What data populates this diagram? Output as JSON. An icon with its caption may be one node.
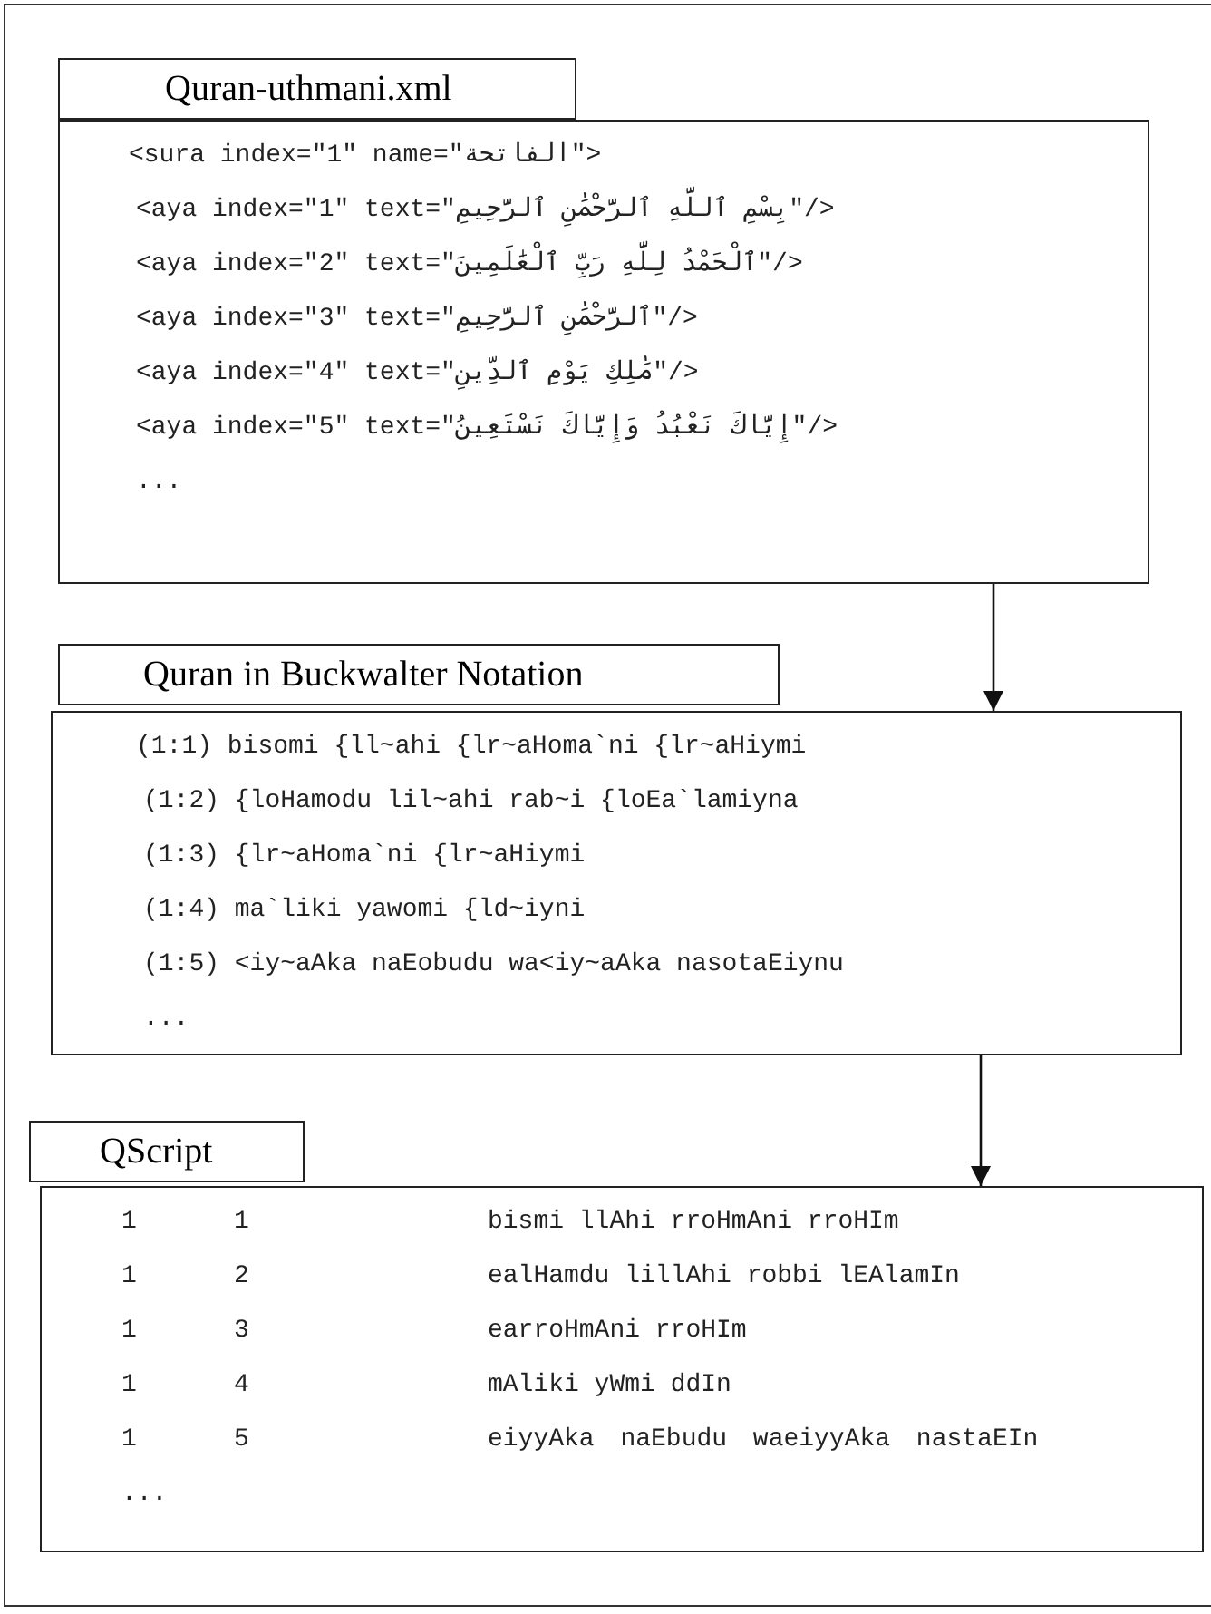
{
  "diagram": {
    "nodes": [
      {
        "text": [
          "Quran-uthmani.xml",
          "<sura index=\"1\" name=\"الفاتحة\">",
          "<aya index=\"1\" text=\"بِسْمِ ٱللَّهِ ٱلرَّحْمَٰنِ ٱلرَّحِيمِ\"/>",
          "<aya index=\"2\" text=\"ٱلْحَمْدُ لِلَّهِ رَبِّ ٱلْعَٰلَمِينَ\"/>",
          "<aya index=\"3\" text=\"ٱلرَّحْمَٰنِ ٱلرَّحِيمِ\"/>",
          "<aya index=\"4\" text=\"مَٰلِكِ يَوْمِ ٱلدِّينِ\"/>",
          "<aya index=\"5\" text=\"إِيَّاكَ نَعْبُدُ وَإِيَّاكَ نَسْتَعِينُ\"/>",
          "..."
        ]
      },
      {
        "text": [
          "Quran in Buckwalter Notation",
          "(1:1) bisomi {ll~ahi {lr~aHoma`ni {lr~aHiymi",
          "(1:2) {loHamodu lil~ahi rab~i {loEa`lamiyna",
          "(1:3) {lr~aHoma`ni {lr~aHiymi",
          "(1:4) ma`liki yawomi {ld~iyni",
          "(1:5) <iy~aAka naEobudu wa<iy~aAka nasotaEiynu",
          "..."
        ]
      },
      {
        "text": [
          "QScript",
          "1",
          "1",
          "bismi llAhi rroHmAni rroHIm",
          "1",
          "2",
          "ealHamdu lillAhi robbi lEAlamIn",
          "1",
          "3",
          "earroHmAni rroHIm",
          "1",
          "4",
          "mAliki yWmi ddIn",
          "1",
          "5",
          "eiyyAka naEbudu waeiyyAka nastaEIn",
          "..."
        ]
      }
    ],
    "edges": [
      {
        "from": 0,
        "to": 1,
        "arrow": "to"
      },
      {
        "from": 1,
        "to": 2,
        "arrow": "to"
      }
    ]
  }
}
